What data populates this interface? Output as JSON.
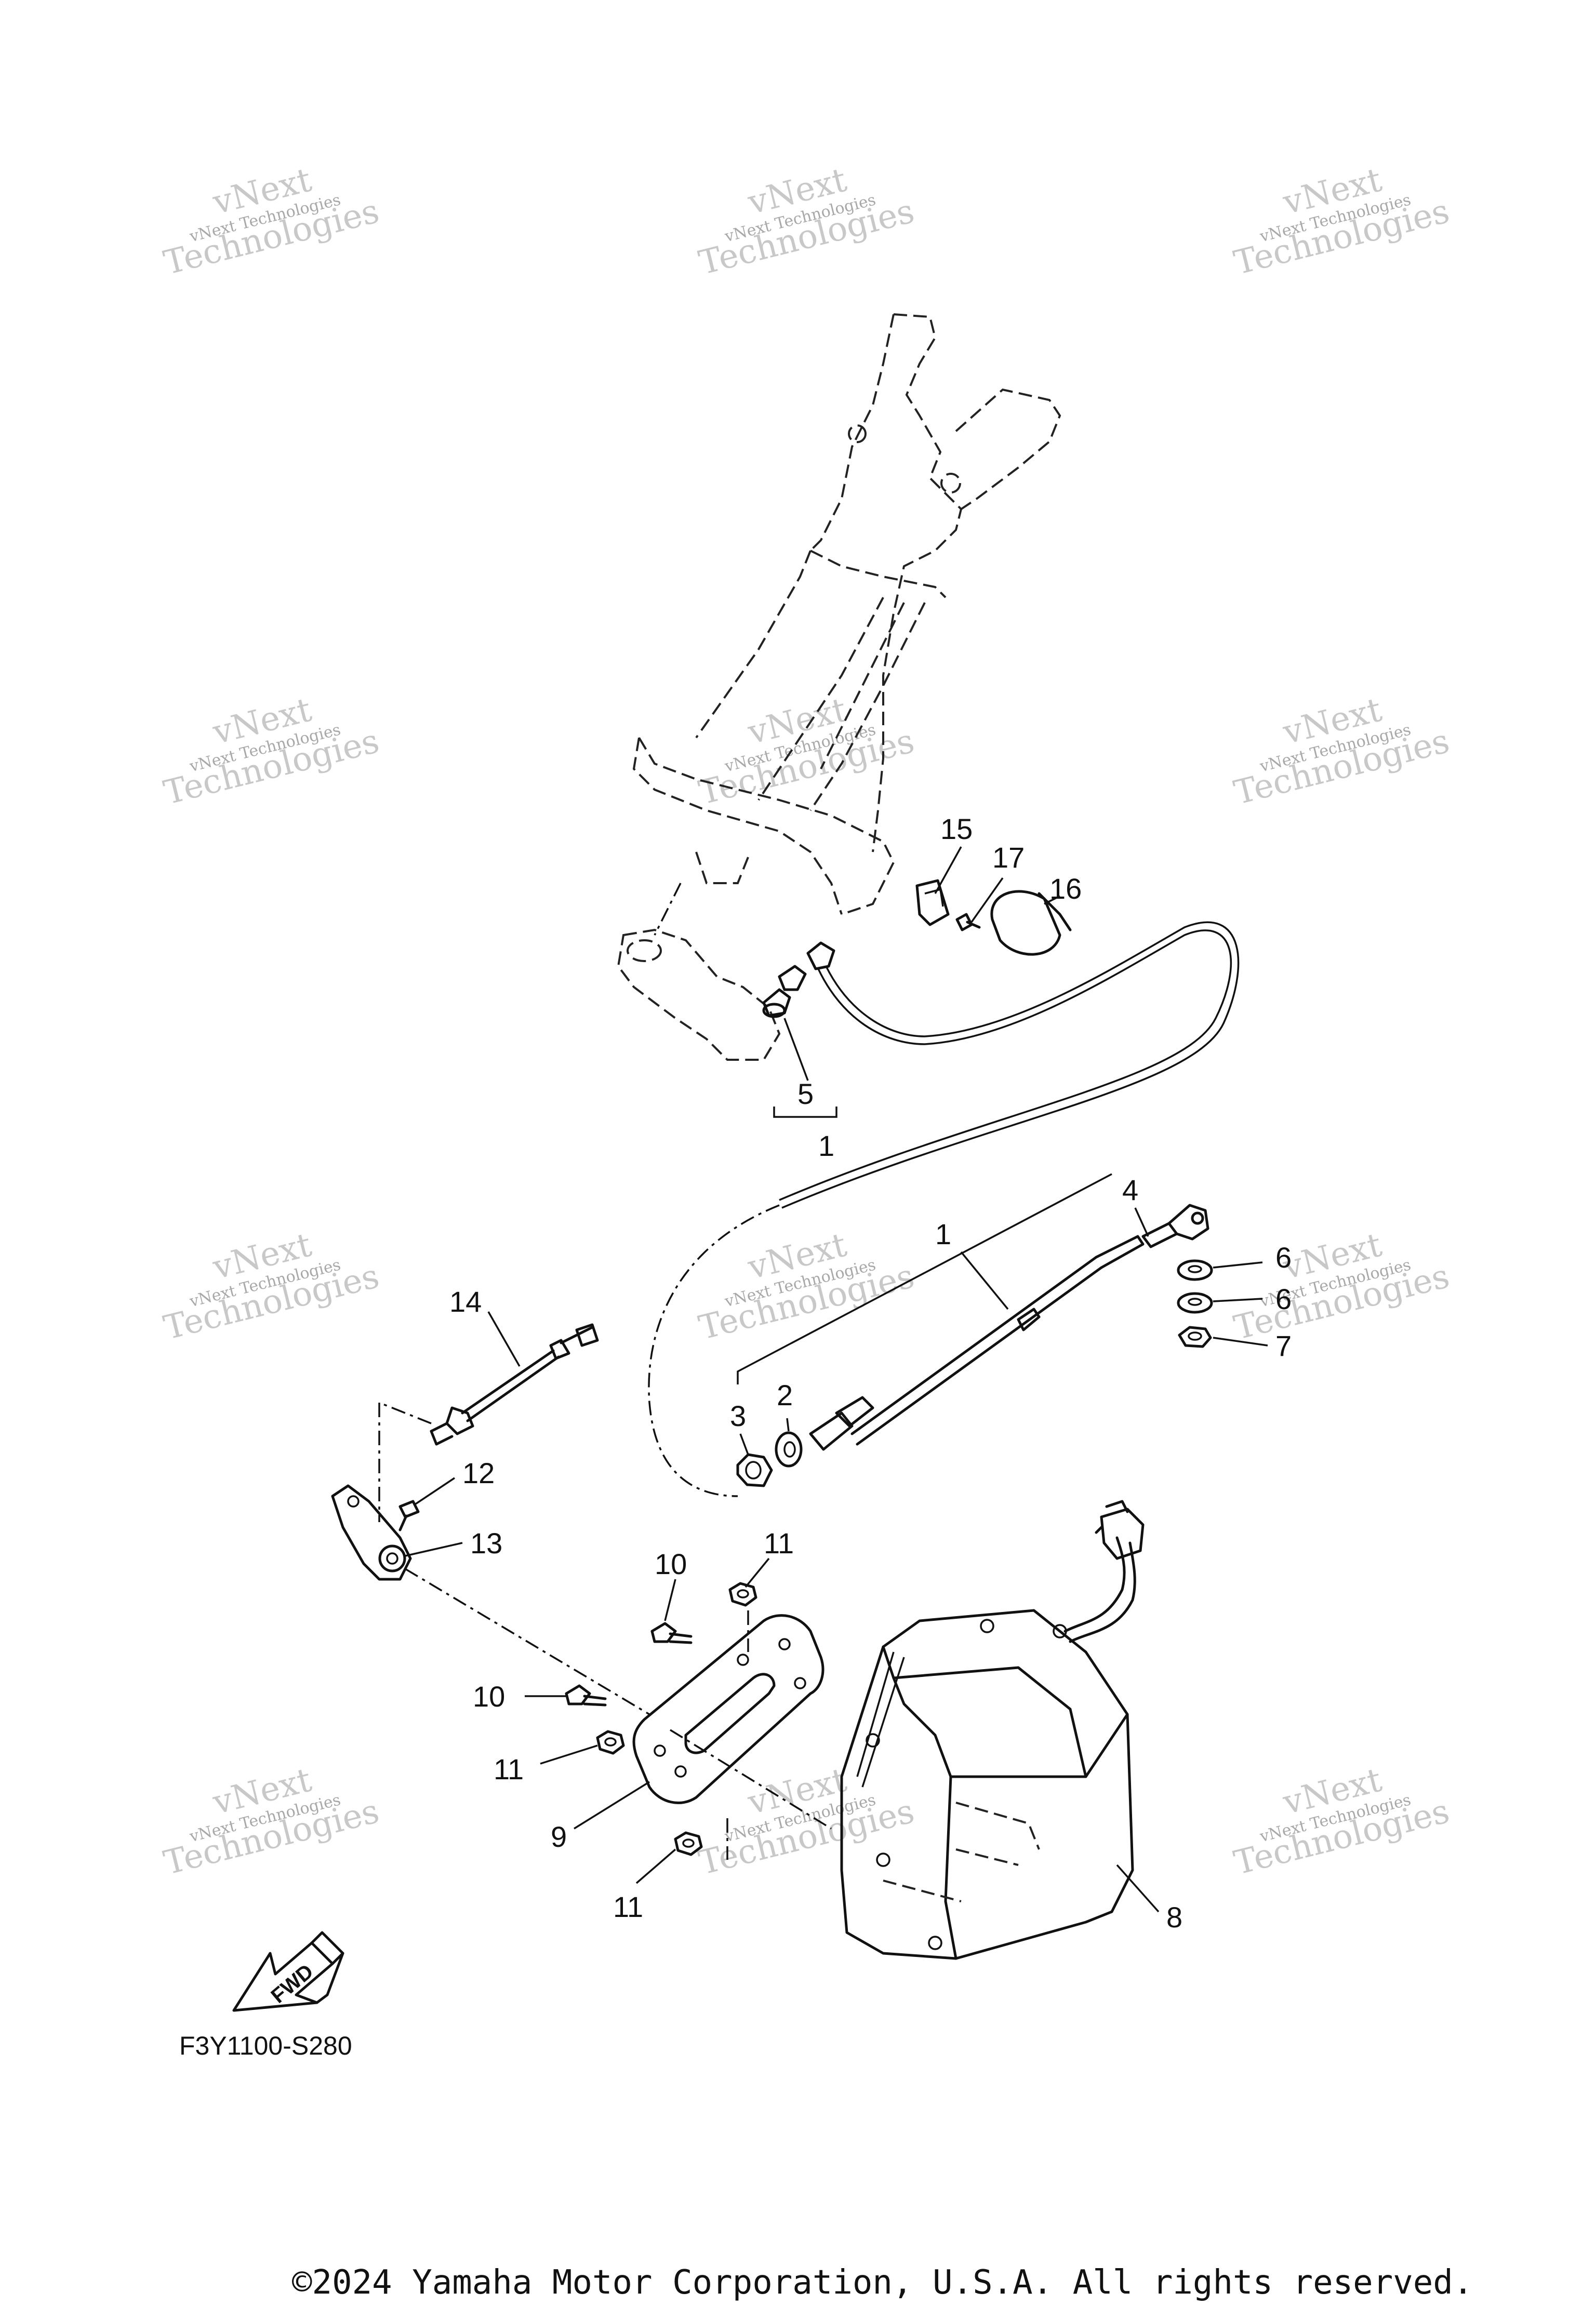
{
  "watermarks": [
    {
      "big": "vNext",
      "small": "vNext Technologies",
      "big2": "Technologies"
    }
  ],
  "callouts": {
    "c1a": "1",
    "c1b": "1",
    "c2": "2",
    "c3": "3",
    "c4": "4",
    "c5": "5",
    "c6a": "6",
    "c6b": "6",
    "c7": "7",
    "c8": "8",
    "c9": "9",
    "c10a": "10",
    "c10b": "10",
    "c11a": "11",
    "c11b": "11",
    "c11c": "11",
    "c12": "12",
    "c13": "13",
    "c14": "14",
    "c15": "15",
    "c16": "16",
    "c17": "17"
  },
  "fwd_label": "FWD",
  "diagram_code": "F3Y1100-S280",
  "copyright": "©2024 Yamaha Motor Corporation, U.S.A. All rights reserved."
}
